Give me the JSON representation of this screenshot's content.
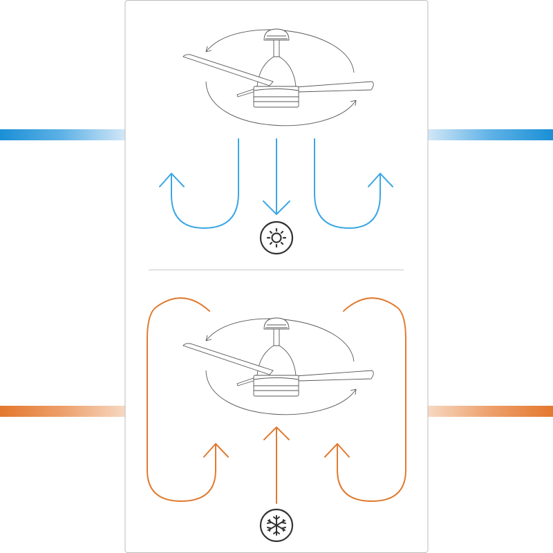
{
  "colors": {
    "summer": "#3aa6e3",
    "summer_bar": "#1a8fd6",
    "winter": "#e07a30",
    "winter_bar": "#e3782f",
    "fan_line": "#555555",
    "panel_border": "#bbbbbb",
    "icon": "#333333"
  },
  "sections": [
    {
      "mode": "summer",
      "airflow": "downward",
      "rotation": "counterclockwise",
      "icon": "sun-icon"
    },
    {
      "mode": "winter",
      "airflow": "upward",
      "rotation": "clockwise",
      "icon": "snowflake-icon"
    }
  ]
}
